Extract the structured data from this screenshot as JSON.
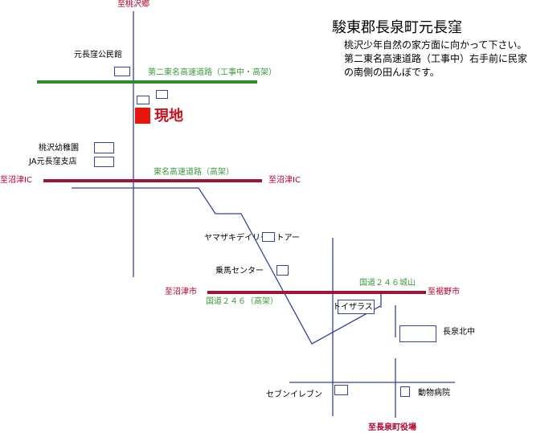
{
  "title": "駿東郡長泉町元長窪",
  "description": [
    "桃沢少年自然の家方面に向かって下さい。",
    "第二東名高速道路（工事中）右手前に民家",
    "の南側の田んぼです。"
  ],
  "colors": {
    "road_blue": "#33449a",
    "highway_red": "#9e1535",
    "highway_green": "#2e8b2e",
    "label_red": "#b3002d",
    "label_green": "#3a9a3a",
    "site_red": "#e8150e"
  },
  "destinations": {
    "north": "至桃沢郷",
    "ic_west": "至沼津IC",
    "ic_east": "至沼津IC",
    "city_west": "至沼津市",
    "city_east": "至裾野市",
    "town_office": "至長泉町役場"
  },
  "roads": {
    "new_tomei": "第二東名高速道路（工事中・高架）",
    "tomei": "東名高速道路（高架）",
    "route246_upper": "国道２４６城山",
    "route246_lower": "国道２４６（高架）"
  },
  "landmarks": {
    "community_hall": "元長窪公民館",
    "kindergarten": "桃沢幼稚園",
    "ja_branch": "JA元長窪支店",
    "yamazaki": "ヤマザキデイリーストアー",
    "riding_center": "乗馬センター",
    "toysrus": "トイザラス",
    "junior_high": "長泉北中",
    "seven_eleven": "セブンイレブン",
    "animal_hospital": "動物病院"
  },
  "site": {
    "label": "現地"
  }
}
